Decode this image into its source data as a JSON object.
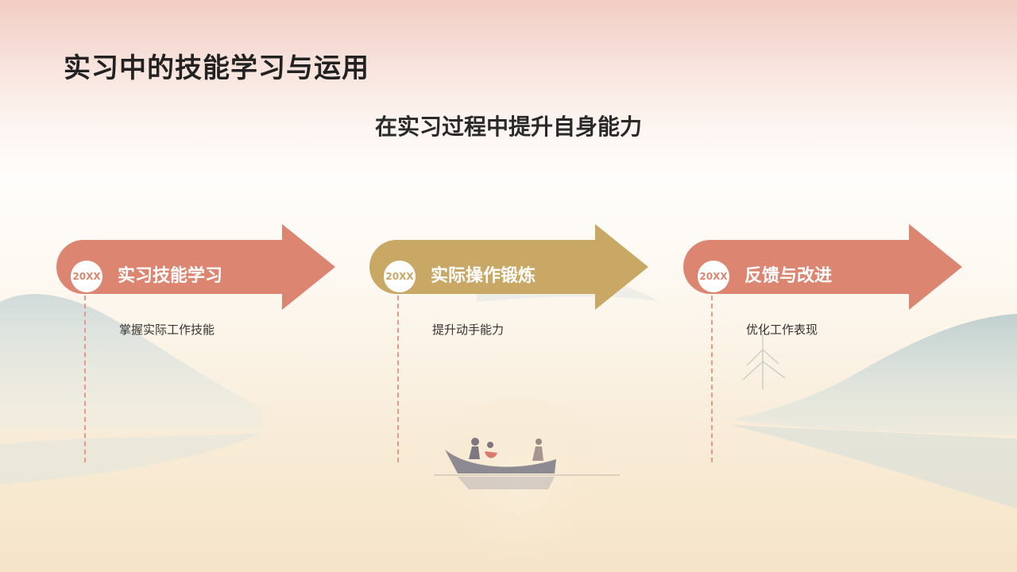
{
  "slide": {
    "title": "实习中的技能学习与运用",
    "subtitle": "在实习过程中提升自身能力"
  },
  "colors": {
    "coral": "#dc8570",
    "gold": "#c9a865",
    "dash": "#e09a86"
  },
  "steps": [
    {
      "badge": "20XX",
      "label": "实习技能学习",
      "desc": "掌握实际工作技能",
      "color": "#dc8570"
    },
    {
      "badge": "20XX",
      "label": "实际操作锻炼",
      "desc": "提升动手能力",
      "color": "#c9a865"
    },
    {
      "badge": "20XX",
      "label": "反馈与改进",
      "desc": "优化工作表现",
      "color": "#dc8570"
    }
  ]
}
